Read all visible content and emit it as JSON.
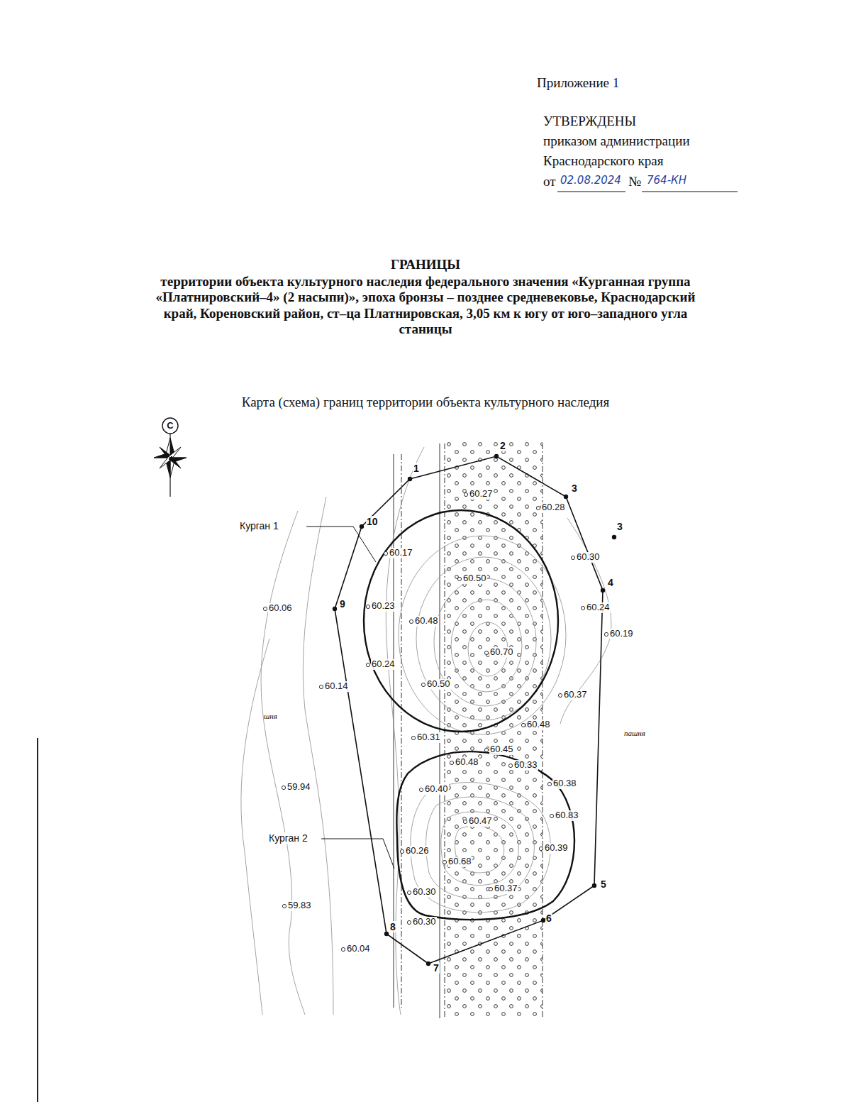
{
  "diagram": {
    "title": "ГРАНИЦЫ",
    "caption": "Карта (схема) границ территории объекта культурного наследия",
    "labels": [
      "Приложение 1",
      "УТВЕРЖДЕНЫ",
      "приказом администрации",
      "Краснодарского края",
      "от",
      "02.08.2024",
      "№",
      "764-КН",
      "С",
      "1",
      "2",
      "3",
      "3",
      "4",
      "5",
      "6",
      "7",
      "8",
      "9",
      "10",
      "Курган 1",
      "Курган 2",
      "шня",
      "пашня",
      "60.27",
      "60.28",
      "60.17",
      "60.30",
      "60.50",
      "60.06",
      "60.23",
      "60.24",
      "60.48",
      "60.19",
      "60.70",
      "60.24",
      "60.14",
      "60.50",
      "60.37",
      "60.48",
      "60.31",
      "60.45",
      "60.48",
      "60.33",
      "60.38",
      "59.94",
      "60.40",
      "60.83",
      "60.47",
      "60.26",
      "60.39",
      "60.68",
      "60.30",
      "60.37",
      "59.83",
      "60.30",
      "60.04",
      "территории объекта культурного наследия федерального значения «Курганная группа «Платнировский–4» (2 насыпи)», эпоха бронзы – позднее средневековье, Краснодарский край, Кореновский район, ст–ца Платнировская, 3,05 км к югу от юго–западного угла станицы"
    ]
  }
}
